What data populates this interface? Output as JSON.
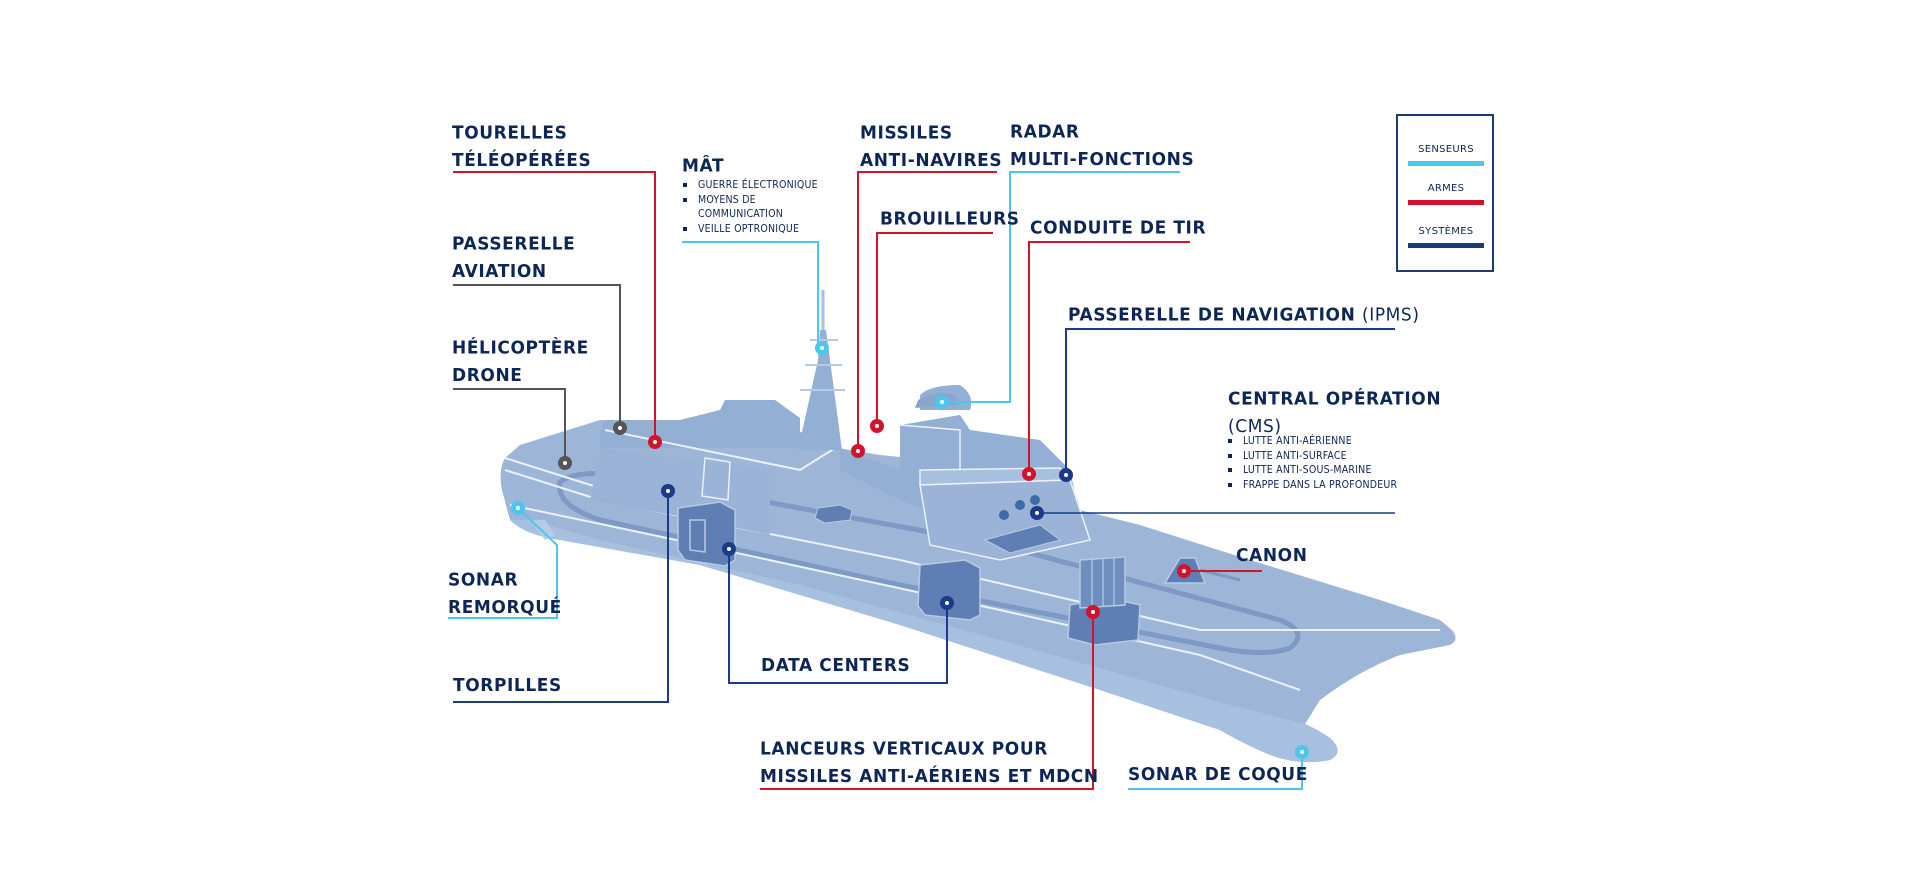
{
  "colors": {
    "sensors": "#4cc6ea",
    "weapons": "#d0142c",
    "systems": "#1b3a8a",
    "other": "#555555",
    "ship_fill": "#9db6d8",
    "ship_dark": "#5f7fb4",
    "ship_outline": "#e9f1fb",
    "text": "#0d2657"
  },
  "legend": {
    "items": [
      {
        "label": "SENSEURS",
        "category": "sensors"
      },
      {
        "label": "ARMES",
        "category": "weapons"
      },
      {
        "label": "SYSTÈMES",
        "category": "systems"
      }
    ]
  },
  "labels": {
    "tourelles": {
      "lines": [
        "TOURELLES",
        "TÉLÉOPÉRÉES"
      ],
      "category": "weapons"
    },
    "passerelle_aviation": {
      "lines": [
        "PASSERELLE",
        "AVIATION"
      ],
      "category": "other"
    },
    "helicoptere": {
      "lines": [
        "HÉLICOPTÈRE",
        "DRONE"
      ],
      "category": "other"
    },
    "sonar_remorque": {
      "lines": [
        "SONAR",
        "REMORQUÉ"
      ],
      "category": "sensors"
    },
    "torpilles": {
      "lines": [
        "TORPILLES"
      ],
      "category": "systems"
    },
    "mat": {
      "title": "MÂT",
      "items": [
        "GUERRE ÉLECTRONIQUE",
        "MOYENS DE",
        "COMMUNICATION",
        "VEILLE OPTRONIQUE"
      ],
      "category": "sensors"
    },
    "missiles_anti_navires": {
      "lines": [
        "MISSILES",
        "ANTI-NAVIRES"
      ],
      "category": "weapons"
    },
    "brouilleurs": {
      "lines": [
        "BROUILLEURS"
      ],
      "category": "weapons"
    },
    "radar": {
      "lines": [
        "RADAR",
        "MULTI-FONCTIONS"
      ],
      "category": "sensors"
    },
    "conduite_de_tir": {
      "lines": [
        "CONDUITE DE TIR"
      ],
      "category": "weapons"
    },
    "passerelle_navigation": {
      "title": "PASSERELLE DE NAVIGATION",
      "suffix": "(IPMS)",
      "category": "systems"
    },
    "central_operation": {
      "title": "CENTRAL OPÉRATION",
      "suffix": "(CMS)",
      "items": [
        "LUTTE ANTI-AÉRIENNE",
        "LUTTE ANTI-SURFACE",
        "LUTTE ANTI-SOUS-MARINE",
        "FRAPPE DANS LA PROFONDEUR"
      ],
      "category": "systems"
    },
    "canon": {
      "lines": [
        "CANON"
      ],
      "category": "weapons"
    },
    "data_centers": {
      "lines": [
        "DATA CENTERS"
      ],
      "category": "systems"
    },
    "lanceurs": {
      "lines": [
        "LANCEURS VERTICAUX POUR",
        "MISSILES ANTI-AÉRIENS ET MDCN"
      ],
      "category": "weapons"
    },
    "sonar_coque": {
      "lines": [
        "SONAR DE COQUE"
      ],
      "category": "sensors"
    }
  }
}
